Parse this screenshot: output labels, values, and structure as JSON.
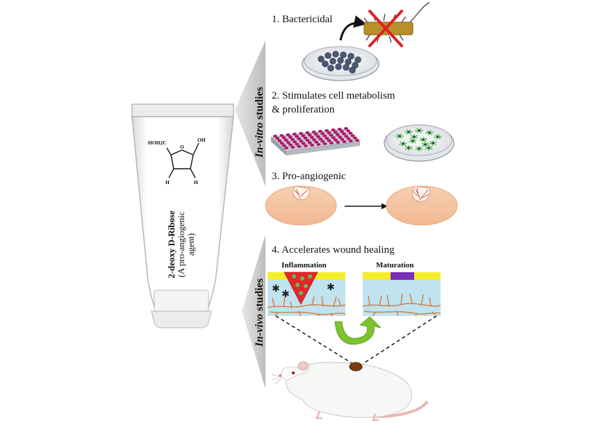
{
  "tube": {
    "chem_formula": {
      "hoh2c": "HOH2C",
      "ring_o": "O",
      "oh": "OH",
      "h_left": "H",
      "h_right": "H"
    },
    "name_line1": "2-deoxy D-Ribose",
    "name_line2": "(A pro-angiogenic",
    "name_line3": "agent)"
  },
  "in_vitro": {
    "label_italic": "In-vitro",
    "label_rest": " studies",
    "items": [
      {
        "text": "1. Bactericidal"
      },
      {
        "text": "2. Stimulates cell metabolism"
      },
      {
        "text": "& proliferation"
      },
      {
        "text": "3. Pro-angiogenic"
      }
    ]
  },
  "in_vivo": {
    "label_italic": "In-vivo",
    "label_rest": " studies",
    "item": "4. Accelerates wound healing",
    "stage_left": "Inflammation",
    "stage_right": "Maturation"
  },
  "colors": {
    "skin_yellow": "#f4ee2a",
    "dermis_blue": "#bfe3ef",
    "vessel_orange": "#d9742b",
    "wound_red": "#e5262a",
    "scar_purple": "#7b2fb8",
    "arrow_green": "#7dc22f",
    "skin_disc": "#f6c9a6",
    "plate_magenta": "#b0186b",
    "dish_cells_green": "#5fbf55",
    "dish_cells_grey": "#4a5870",
    "cross_red": "#e02020",
    "bacterium_gold": "#b8902a"
  },
  "icons": [
    "flask-tube-icon",
    "petri-dish-icon",
    "well-plate-icon",
    "bacterium-icon",
    "rat-icon"
  ]
}
